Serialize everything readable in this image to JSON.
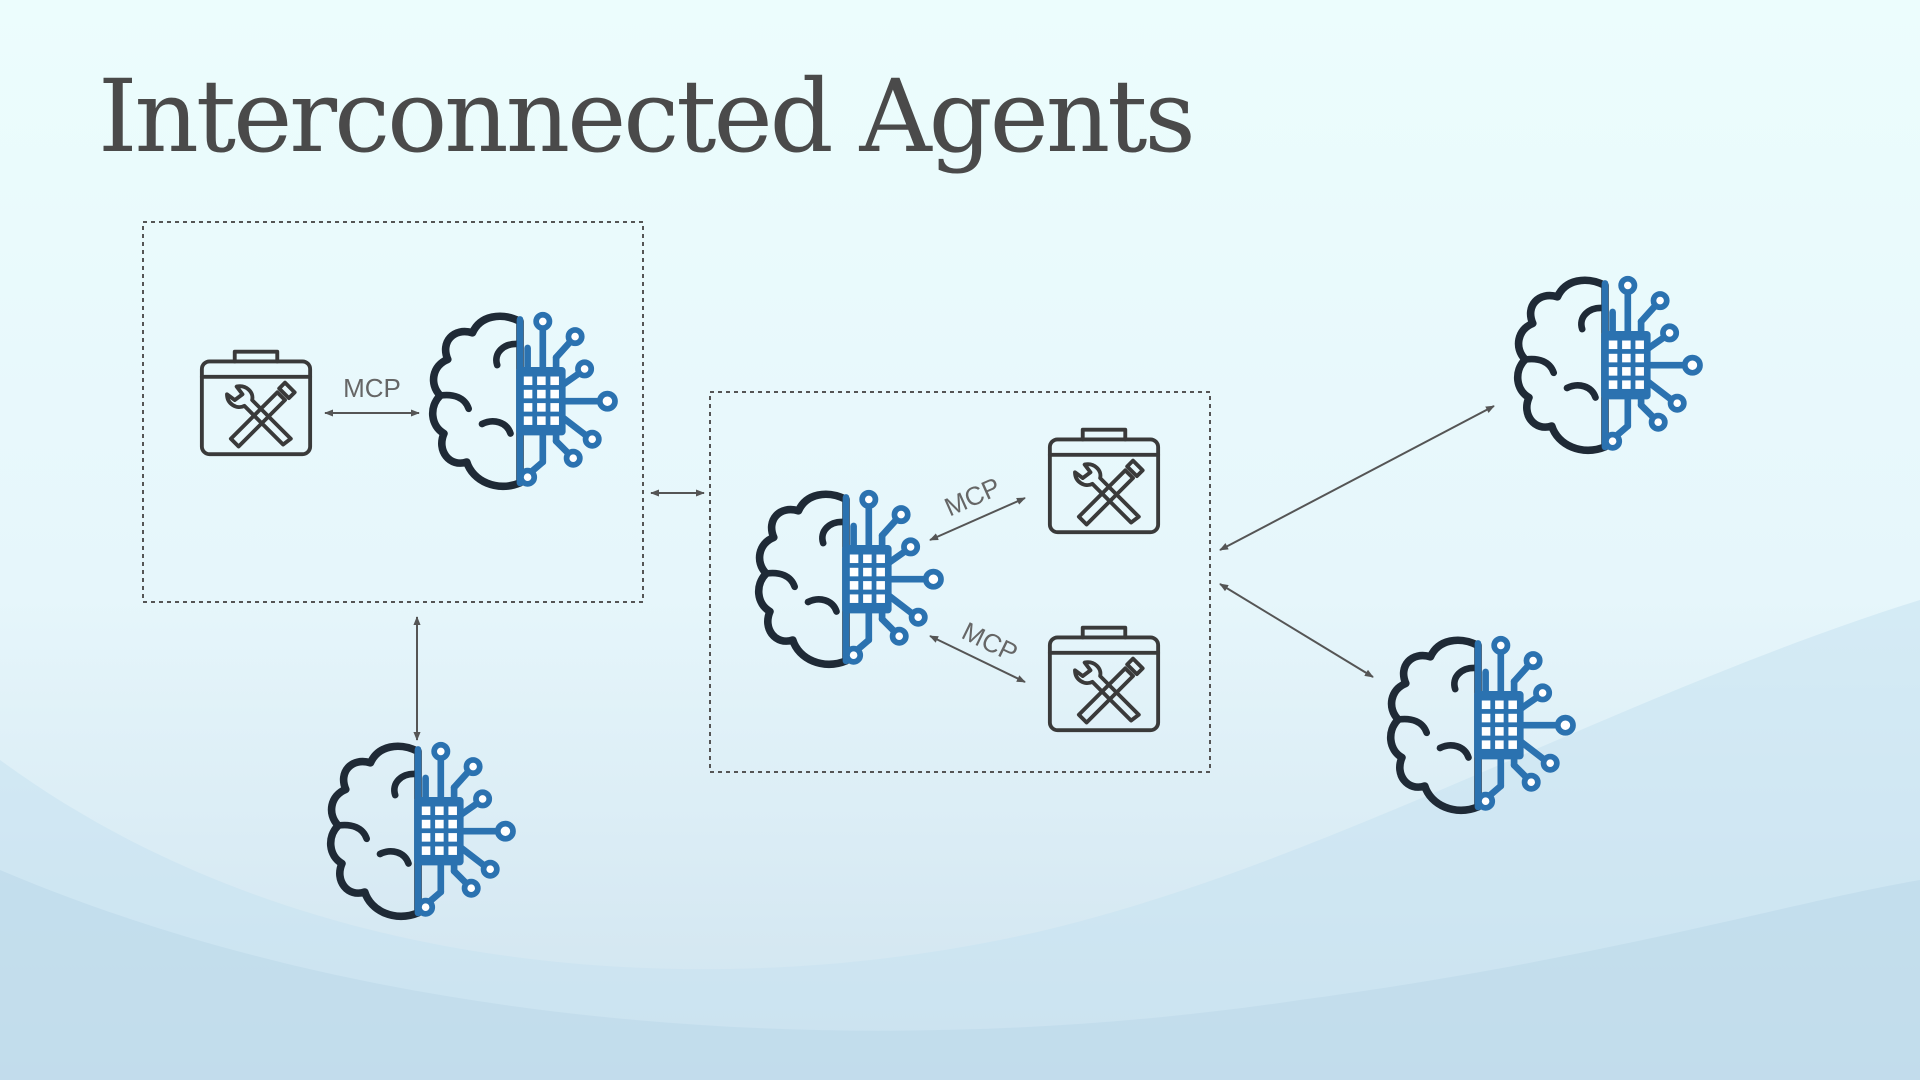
{
  "slide": {
    "title": "Interconnected Agents",
    "connection_label": "MCP"
  },
  "colors": {
    "background_top": "#ecfdfd",
    "background_bottom": "#b5d7ea",
    "brain_outline": "#1f2a36",
    "chip": "#2b72b0",
    "toolbox": "#3a3a3a",
    "connector": "#555555",
    "title": "#4a4a4a"
  },
  "icons": {
    "agent": "brain-chip-icon",
    "tool": "toolbox-icon"
  },
  "groups": [
    {
      "name": "group-left",
      "members": [
        "toolbox",
        "agent"
      ],
      "links": [
        "MCP"
      ]
    },
    {
      "name": "group-center",
      "members": [
        "agent",
        "toolbox",
        "toolbox"
      ],
      "links": [
        "MCP",
        "MCP"
      ]
    }
  ],
  "external_agents": [
    "agent-bottom-left",
    "agent-top-right",
    "agent-bottom-right"
  ]
}
